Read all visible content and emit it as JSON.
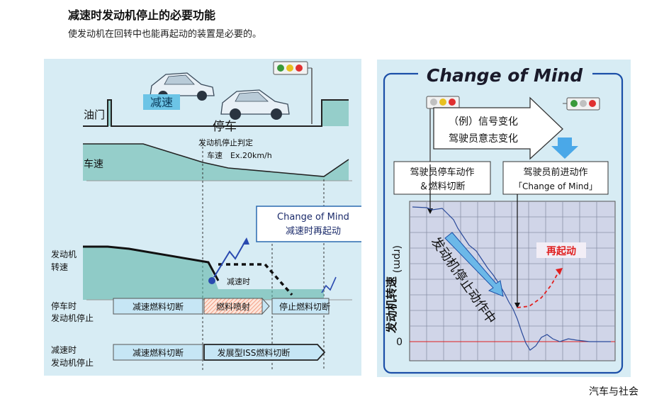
{
  "header": {
    "title": "减速时发动机停止的必要功能",
    "subtitle": "使发动机在回转中也能再起动的装置是必要的。"
  },
  "left_diagram": {
    "decelerate_label": "减速",
    "throttle_label": "油门",
    "stop_label": "停车",
    "judge_label": "发动机停止判定",
    "judge_sub_label": "车速　Ex.20km/h",
    "speed_label": "车速",
    "engine_speed_label_1": "发动机",
    "engine_speed_label_2": "转速",
    "com_label_1": "Change of Mind",
    "com_label_2": "减速时再起动",
    "decel_point_label": "减速时",
    "row1_label_1": "停车时",
    "row1_label_2": "发动机停止",
    "row1_box1": "减速燃料切断",
    "row1_box2": "燃料喷射",
    "row1_box3": "停止燃料切断",
    "row2_label_1": "减速时",
    "row2_label_2": "发动机停止",
    "row2_box1": "减速燃料切断",
    "row2_box2": "发展型ISS燃料切断"
  },
  "right_diagram": {
    "heading": "Change of Mind",
    "example_line_1": "（例）信号变化",
    "example_line_2": "驾驶员意志变化",
    "driver_stop_1": "驾驶员停车动作",
    "driver_stop_2": "＆燃料切断",
    "driver_go_1": "驾驶员前进动作",
    "driver_go_2": "「Change of Mind」",
    "y_axis_label": "发动机转速",
    "y_axis_unit": "(rpm)",
    "zero_label": "0",
    "stopping_label": "发动机停止动作中",
    "restart_label": "再起动"
  },
  "footer": {
    "credit": "汽车与社会"
  },
  "colors": {
    "panel_bg": "#d7ecf4",
    "fill_green": "#5fb6a8",
    "box_blue": "#c6e6f5",
    "right_border": "#1b4fa8",
    "restart_red": "#e02020",
    "curve_blue": "#2a4a9a",
    "grid_bg": "#d0d5e8"
  }
}
